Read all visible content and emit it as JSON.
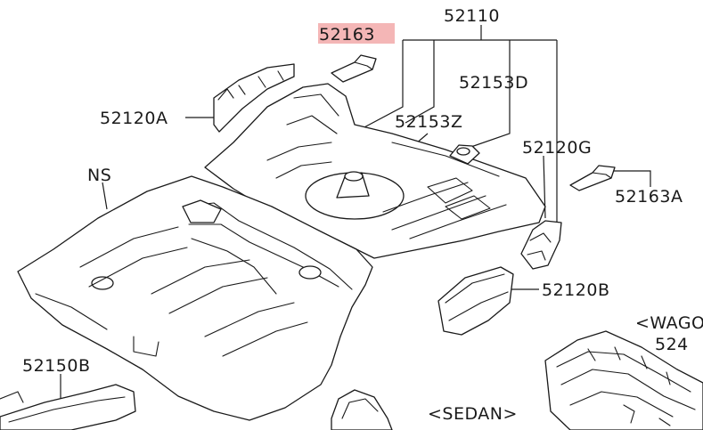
{
  "labels": {
    "p52110": "52110",
    "p52163": "52163",
    "p52153D": "52153D",
    "p52120A": "52120A",
    "p52153Z": "52153Z",
    "p52120G": "52120G",
    "pNS": "NS",
    "p52163A": "52163A",
    "p52120B": "52120B",
    "pWagon": "<WAGO",
    "p524": "524",
    "p52150B": "52150B",
    "pSedan": "<SEDAN>"
  },
  "colors": {
    "highlight": "#f4b6b6",
    "line": "#1a1a1a",
    "background": "#ffffff"
  }
}
